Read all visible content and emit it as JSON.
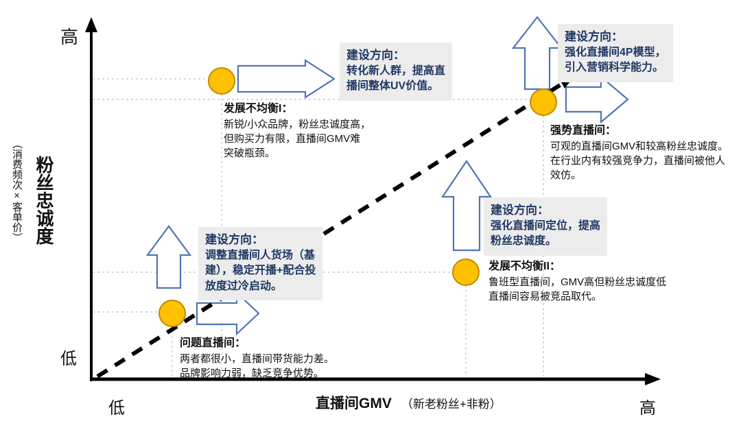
{
  "colors": {
    "direction_text": "#1F3864",
    "direction_box_bg": "#ECECEC",
    "block_arrow_outline": "#4E74B4",
    "point_fill": "#FFC000",
    "point_stroke": "#C28A00",
    "gridline": "#C9C9C9",
    "axis": "#000000"
  },
  "axes": {
    "y_title": "粉丝忠诚度",
    "y_subtitle": "（消费频次×客单价）",
    "y_top_label": "高",
    "y_bottom_label": "低",
    "x_left_label": "低",
    "x_title": "直播间GMV",
    "x_subtitle": "（新老粉丝+非粉）",
    "x_right_label": "高"
  },
  "quadrant_notes": {
    "unbalanced_1": {
      "title": "发展不均衡I：",
      "lines": [
        "新锐/小众品牌，粉丝忠诚度高，",
        "但购买力有限，直播间GMV难",
        "突破瓶颈。"
      ]
    },
    "strong": {
      "title": "强势直播间：",
      "lines": [
        "可观的直播间GMV和较高粉丝忠诚度。",
        "在行业内有较强竞争力，直播间被他人",
        "效仿。"
      ]
    },
    "unbalanced_2": {
      "title": "发展不均衡II：",
      "lines": [
        "鲁班型直播间，GMV高但粉丝忠诚度低",
        "直播间容易被竞品取代。"
      ]
    },
    "problem": {
      "title": "问题直播间：",
      "lines": [
        "两者都很小，直播间带货能力差。",
        "品牌影响力弱，缺乏竞争优势。"
      ]
    }
  },
  "direction_boxes": {
    "top_center": {
      "title": "建设方向：",
      "lines": [
        "转化新人群，提高直",
        "播间整体UV价值。"
      ]
    },
    "top_right": {
      "title": "建设方向：",
      "lines": [
        "强化直播间4P模型，",
        "引入营销科学能力。"
      ]
    },
    "mid_right": {
      "title": "建设方向：",
      "lines": [
        "强化直播间定位，提高",
        "粉丝忠诚度。"
      ]
    },
    "mid_left": {
      "title": "建设方向：",
      "lines": [
        "调整直播间人货场（基",
        "建），稳定开播+配合投",
        "放度过冷启动。"
      ]
    }
  },
  "chart_data": {
    "type": "scatter",
    "xlabel": "直播间GMV（新老粉丝+非粉）",
    "ylabel": "粉丝忠诚度（消费频次×客单价）",
    "x_range": [
      "低",
      "高"
    ],
    "y_range": [
      "低",
      "高"
    ],
    "points": [
      {
        "label": "发展不均衡I",
        "x": 0.23,
        "y": 0.83
      },
      {
        "label": "强势直播间",
        "x": 0.79,
        "y": 0.77
      },
      {
        "label": "发展不均衡II",
        "x": 0.66,
        "y": 0.3
      },
      {
        "label": "问题直播间",
        "x": 0.14,
        "y": 0.19
      }
    ],
    "trend_line": "黑色虚线箭头，从原点指向右上方"
  }
}
